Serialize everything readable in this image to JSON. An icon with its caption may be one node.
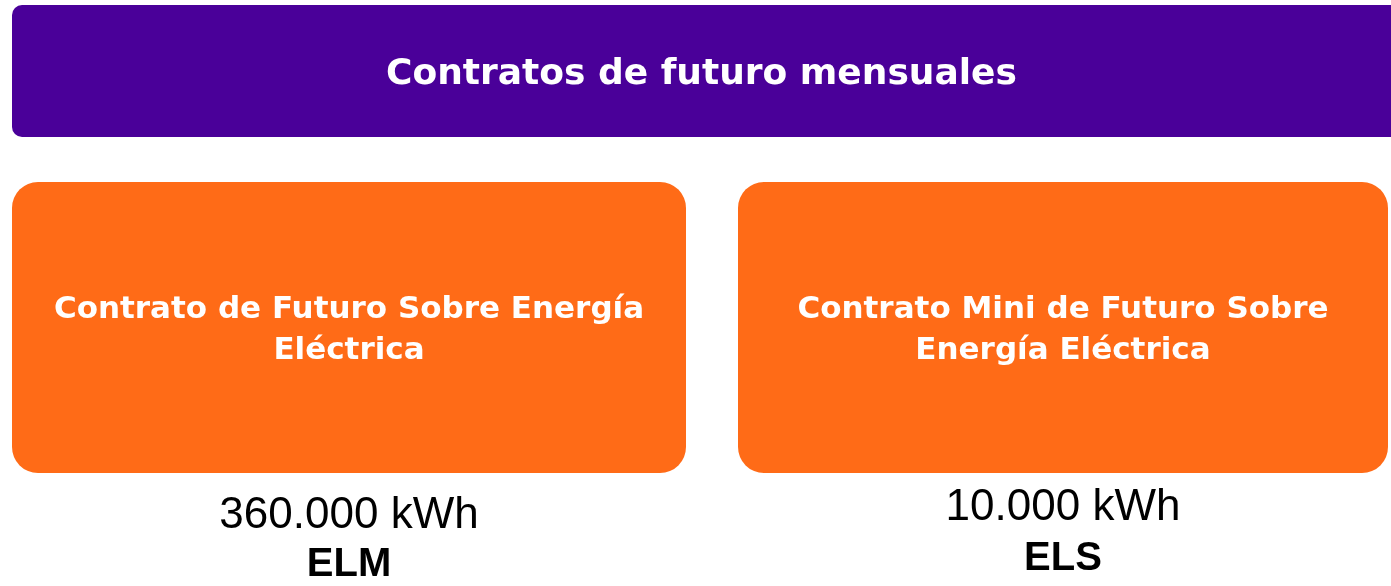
{
  "diagram": {
    "nodes": [
      {
        "text": [
          "Contratos de futuro mensuales"
        ]
      },
      {
        "text": [
          "Contrato de Futuro Sobre Energía Eléctrica"
        ],
        "beside": [
          "360.000 kWh",
          "ELM"
        ]
      },
      {
        "text": [
          "Contrato Mini de Futuro Sobre Energía Eléctrica"
        ],
        "beside": [
          "10.000 kWh",
          "ELS"
        ]
      }
    ]
  }
}
